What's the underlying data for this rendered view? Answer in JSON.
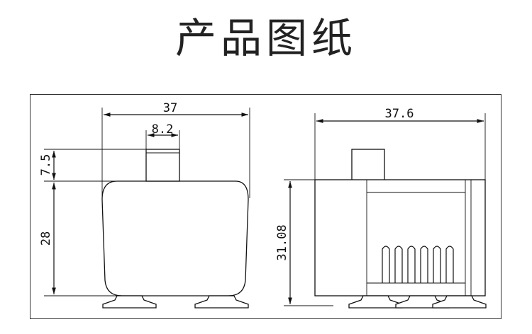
{
  "title": "产品图纸",
  "front_view": {
    "width_label": "37",
    "outlet_width_label": "8.2",
    "outlet_height_label": "7.5",
    "body_height_label": "28"
  },
  "side_view": {
    "width_label": "37.6",
    "height_label": "31.08"
  },
  "colors": {
    "line": "#111111",
    "title": "#222222",
    "frame": "#333333"
  }
}
